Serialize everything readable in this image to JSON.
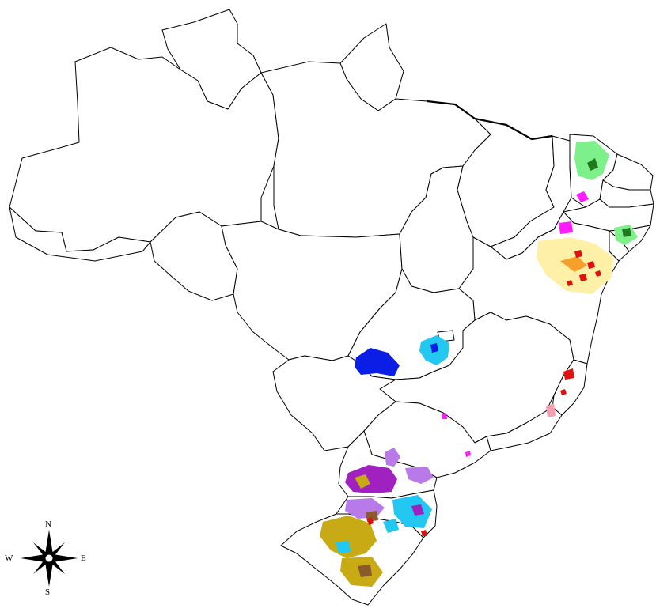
{
  "compass": {
    "north": "N",
    "south": "S",
    "east": "E",
    "west": "W"
  },
  "legend_colors": {
    "light_green": "#7df08a",
    "dark_green": "#1f7a1f",
    "magenta": "#ff1aff",
    "light_yellow": "#fff0a8",
    "orange": "#f5a02a",
    "red": "#e01010",
    "blue": "#0a1ee6",
    "cyan": "#22c7f2",
    "purple": "#a020c0",
    "violet": "#b77ae8",
    "olive_gold": "#c8aa14",
    "brown": "#8b5a2b",
    "pink": "#f3a0b0"
  }
}
